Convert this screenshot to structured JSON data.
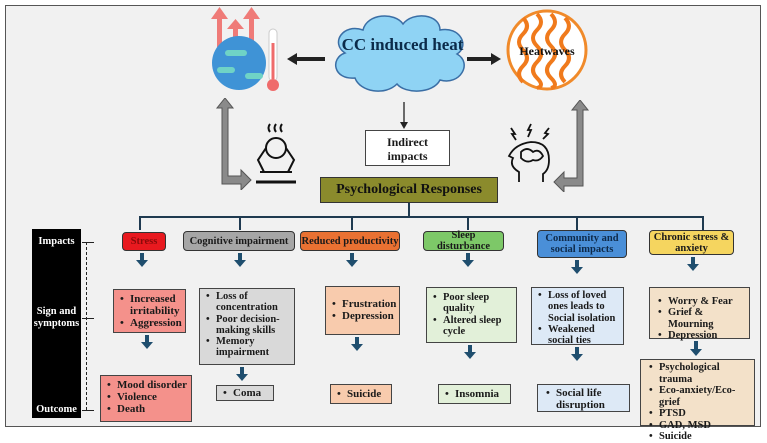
{
  "top": {
    "cloud_label": "CC induced heat",
    "heatwaves_label": "Heatwaves",
    "indirect_label": "Indirect impacts",
    "psych_label": "Psychological Responses"
  },
  "side_labels": {
    "impacts": "Impacts",
    "signs": "Sign and symptoms",
    "outcome": "Outcome"
  },
  "columns": [
    {
      "impact": "Stress",
      "color": "#e8191f",
      "signs": [
        "Increased irritability",
        "Aggression"
      ],
      "outcomes": [
        "Mood disorder",
        "Violence",
        "Death"
      ]
    },
    {
      "impact": "Cognitive impairment",
      "color": "#a6a6a6",
      "signs": [
        "Loss of concentration",
        "Poor decision-making skills",
        "Memory impairment"
      ],
      "outcomes": [
        "Coma"
      ]
    },
    {
      "impact": "Reduced productivity",
      "color": "#e97132",
      "signs": [
        "Frustration",
        "Depression"
      ],
      "outcomes": [
        "Suicide"
      ]
    },
    {
      "impact": "Sleep disturbance",
      "color": "#7dc868",
      "signs": [
        "Poor sleep quality",
        "Altered sleep cycle"
      ],
      "outcomes": [
        "Insomnia"
      ]
    },
    {
      "impact": "Community and social impacts",
      "color": "#4a8fd8",
      "signs": [
        "Loss of loved ones leads to Social isolation",
        "Weakened social ties"
      ],
      "outcomes": [
        "Social life disruption"
      ]
    },
    {
      "impact": "Chronic stress & anxiety",
      "color": "#f5d55f",
      "signs": [
        "Worry & Fear",
        "Grief & Mourning",
        "Depression"
      ],
      "outcomes": [
        "Psychological trauma",
        "Eco-anxiety/Eco-grief",
        "PTSD",
        "GAD, MSD",
        "Suicide"
      ]
    }
  ]
}
